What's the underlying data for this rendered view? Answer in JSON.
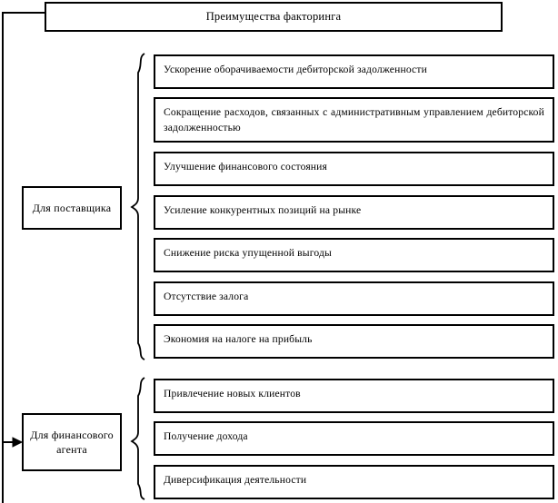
{
  "diagram": {
    "title": "Преимущества факторинга",
    "groups": [
      {
        "label": "Для поставщика",
        "items": [
          {
            "text": "Ускорение оборачиваемости дебиторской задолженности",
            "justified": false
          },
          {
            "text": "Сокращение расходов, связанных с административным управлением дебиторской задолженностью",
            "justified": true
          },
          {
            "text": "Улучшение финансового состояния",
            "justified": false
          },
          {
            "text": "Усиление конкурентных позиций на рынке",
            "justified": false
          },
          {
            "text": "Снижение риска упущенной выгоды",
            "justified": false
          },
          {
            "text": "Отсутствие залога",
            "justified": false
          },
          {
            "text": "Экономия на налоге на прибыль",
            "justified": false
          }
        ]
      },
      {
        "label": "Для финансового агента",
        "items": [
          {
            "text": "Привлечение новых клиентов",
            "justified": false
          },
          {
            "text": "Получение дохода",
            "justified": false
          },
          {
            "text": "Диверсификация деятельности",
            "justified": false
          }
        ]
      }
    ],
    "colors": {
      "line": "#000000",
      "background": "#ffffff",
      "text": "#000000"
    }
  }
}
